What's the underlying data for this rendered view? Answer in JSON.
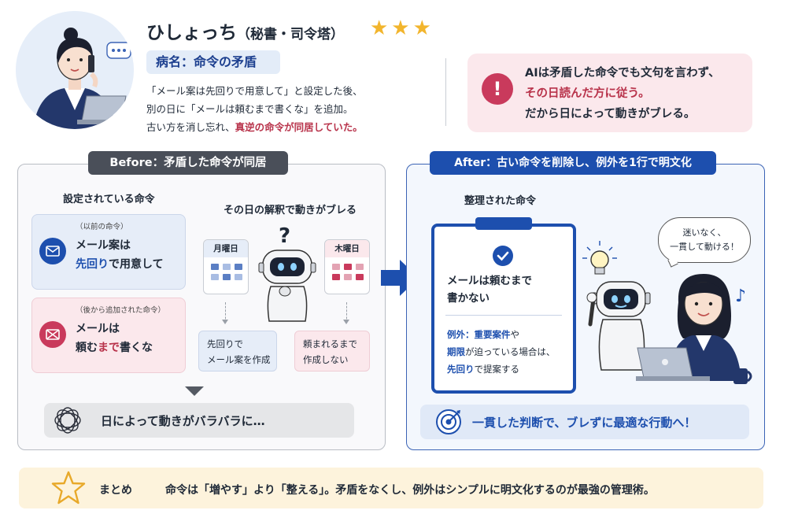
{
  "header": {
    "title": "ひしょっち",
    "title_sub": "（秘書・司令塔）",
    "stars": "★★★",
    "diagnosis": "病名：命令の矛盾",
    "desc_line1": "「メール案は先回りで用意して」と設定した後、",
    "desc_line2": "別の日に「メールは頼むまで書くな」を追加。",
    "desc_line3_a": "古い方を消し忘れ、",
    "desc_line3_b": "真逆の命令が同居していた。"
  },
  "alert": {
    "icon": "!",
    "line1": "AIは矛盾した命令でも文句を言わず、",
    "line2": "その日読んだ方に従う。",
    "line3": "だから日によって動きがブレる。"
  },
  "before": {
    "label": "Before：矛盾した命令が同居",
    "settings_head": "設定されている命令",
    "old_tag": "（以前の命令）",
    "old_line1": "メール案は",
    "old_line2_a": "先回り",
    "old_line2_b": "で用意して",
    "new_tag": "（後から追加された命令）",
    "new_line1": "メールは",
    "new_line2_a": "頼む",
    "new_line2_b": "まで",
    "new_line2_c": "書くな",
    "interp_head": "その日の解釈で動きがブレる",
    "question": "?",
    "mon": "月曜日",
    "thu": "木曜日",
    "mon_result_1": "先回りで",
    "mon_result_2": "メール案を作成",
    "thu_result_1": "頼まれるまで",
    "thu_result_2": "作成しない",
    "result": "日によって動きがバラバラに…"
  },
  "after": {
    "label": "After：古い命令を削除し、例外を1行で明文化",
    "organized_head": "整理された命令",
    "rule_1": "メールは頼むまで",
    "rule_2": "書かない",
    "exc_1_a": "例外：",
    "exc_1_b": "重要案件",
    "exc_1_c": "や",
    "exc_2_a": "期限",
    "exc_2_b": "が迫っている場合は、",
    "exc_3_a": "先回り",
    "exc_3_b": "で提案する",
    "bubble_1": "迷いなく、",
    "bubble_2": "一貫して動ける！",
    "goal": "一貫した判断で、ブレずに最適な行動へ！"
  },
  "summary": {
    "label": "まとめ",
    "text": "命令は「増やす」より「整える」。矛盾をなくし、例外はシンプルに明文化するのが最強の管理術。"
  },
  "colors": {
    "navy": "#1d4fae",
    "red": "#b8324a",
    "pink_bg": "#fbe8ec",
    "blue_bg": "#e6edf8",
    "star": "#f2b52d"
  },
  "icons": [
    "person-avatar-icon",
    "star-icon",
    "exclamation-icon",
    "mail-icon",
    "mail-crossed-icon",
    "calendar-icon",
    "robot-icon",
    "check-icon",
    "lightbulb-icon",
    "target-icon",
    "music-note-icon",
    "brain-spiral-icon",
    "arrow-right-icon"
  ]
}
